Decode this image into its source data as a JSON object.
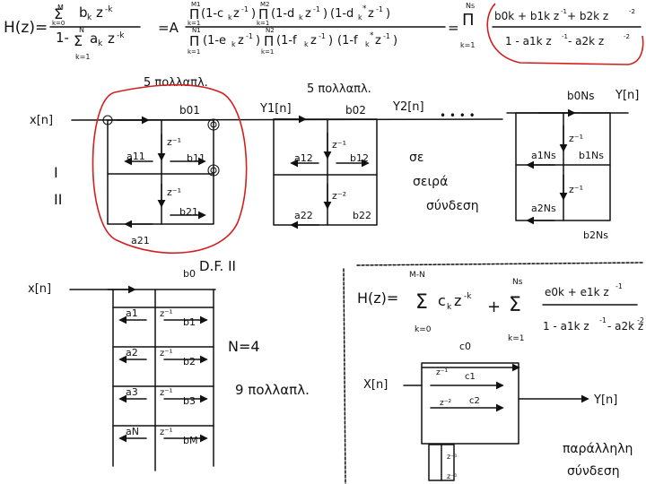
{
  "equation_top": {
    "lhs": "H(z)=",
    "num_sum_top": "M",
    "num_sum_bottom": "k=0",
    "num_term": "b",
    "num_sub": "k",
    "num_z": "z",
    "num_exp": "-k",
    "den_one": "1-",
    "den_sum_top": "N",
    "den_sum_bottom": "k=1",
    "den_term": "a",
    "den_sub": "k",
    "den_z": "z",
    "den_exp": "-k",
    "eq_A": "=A",
    "prod_num_1_top": "M1",
    "prod_num_1_bottom": "k=1",
    "prod_num_1_term": "(1-c",
    "prod_num_1_sub": "k",
    "prod_num_1_rest": "z",
    "prod_num_1_exp": "-1",
    "prod_num_1_close": ")",
    "prod_num_2_top": "M2",
    "prod_num_2_bottom": "k=1",
    "prod_num_2_term": "(1-d",
    "prod_num_2_sub": "k",
    "prod_num_2_rest": "z",
    "prod_num_2_exp": "-1",
    "prod_num_2_close": ")",
    "prod_num_3_term": "(1-d",
    "prod_num_3_sub": "k",
    "prod_num_3_sup": "*",
    "prod_num_3_rest": "z",
    "prod_num_3_exp": "-1",
    "prod_num_3_close": ")",
    "prod_den_1_top": "N1",
    "prod_den_1_bottom": "k=1",
    "prod_den_1_term": "(1-e",
    "prod_den_1_sub": "k",
    "prod_den_1_rest": "z",
    "prod_den_1_exp": "-1",
    "prod_den_1_close": ")",
    "prod_den_2_top": "N2",
    "prod_den_2_bottom": "k=1",
    "prod_den_2_term": "(1-f",
    "prod_den_2_sub": "k",
    "prod_den_2_rest": "z",
    "prod_den_2_exp": "-1",
    "prod_den_2_close": ")",
    "prod_den_3_term": "(1-f",
    "prod_den_3_sub": "k",
    "prod_den_3_sup": "*",
    "prod_den_3_rest": "z",
    "prod_den_3_exp": "-1",
    "prod_den_3_close": ")",
    "eq_prod": "=",
    "final_prod_top": "Ns",
    "final_prod_bottom": "k=1",
    "final_num": "b0k + b1k z",
    "final_num_exp1": "-1",
    "final_num_tail": " + b2k z",
    "final_num_exp2": "-2",
    "final_den": "1 - a1k z",
    "final_den_exp1": "-1",
    "final_den_tail": " - a2k z",
    "final_den_exp2": "-2"
  },
  "cascade_section": {
    "label_5mults_left": "5 πολλαπλ.",
    "label_5mults_mid": "5 πολλαπλ.",
    "x_input": "x[n]",
    "y1": "Y1[n]",
    "y2": "Y2[n]",
    "y_out": "Y[n]",
    "b01": "b01",
    "b02": "b02",
    "b0Ns": "b0Ns",
    "stage1_z1": "z⁻¹",
    "stage1_z2": "z⁻¹",
    "stage1_a1": "a11",
    "stage1_b1": "b11",
    "stage1_a2": "a21",
    "stage1_b2": "b21",
    "stage2_z1": "z⁻¹",
    "stage2_z2": "z⁻²",
    "stage2_a1": "a12",
    "stage2_b1": "b12",
    "stage2_a2": "a22",
    "stage2_b2": "b22",
    "stageN_z1": "z⁻¹",
    "stageN_z2": "z⁻¹",
    "stageN_a1": "a1Ns",
    "stageN_b1": "b1Ns",
    "stageN_a2": "a2Ns",
    "stageN_b2": "b2Ns",
    "dots": "• • • •",
    "left_mark_1": "I",
    "left_mark_2": "II",
    "series_1": "σε",
    "series_2": "σειρά",
    "series_3": "σύνδεση"
  },
  "df2_section": {
    "x_input": "x[n]",
    "title_b0": "b0",
    "title": "D.F. II",
    "rows": [
      {
        "a": "a1",
        "z": "z⁻¹",
        "b": "b1"
      },
      {
        "a": "a2",
        "z": "z⁻¹",
        "b": "b2"
      },
      {
        "a": "a3",
        "z": "z⁻¹",
        "b": "b3"
      },
      {
        "a": "aN",
        "z": "z⁻¹",
        "b": "bM"
      }
    ],
    "n_eq": "N=4",
    "mults": "9 πολλαπλ."
  },
  "parallel_section": {
    "lhs": "H(z)=",
    "sum1_top": "M-N",
    "sum1_bottom": "k=0",
    "sum1_term": "c",
    "sum1_sub": "k",
    "sum1_z": "z",
    "sum1_exp": "-k",
    "plus": "+",
    "sum2_top": "Ns",
    "sum2_bottom": "k=1",
    "sum2_num": "e0k + e1k z",
    "sum2_num_exp": "-1",
    "sum2_den": "1 - a1k z",
    "sum2_den_exp1": "-1",
    "sum2_den_tail": " - a2k z",
    "sum2_den_exp2": "-2",
    "x_input": "X[n]",
    "y_output": "Y[n]",
    "c0": "c0",
    "c1": "c1",
    "c2": "c2",
    "z1": "z⁻¹",
    "z2": "z⁻²",
    "bottom_z1": "z⁻¹",
    "bottom_z2": "z⁻¹",
    "caption_1": "παράλληλη",
    "caption_2": "σύνδεση"
  }
}
